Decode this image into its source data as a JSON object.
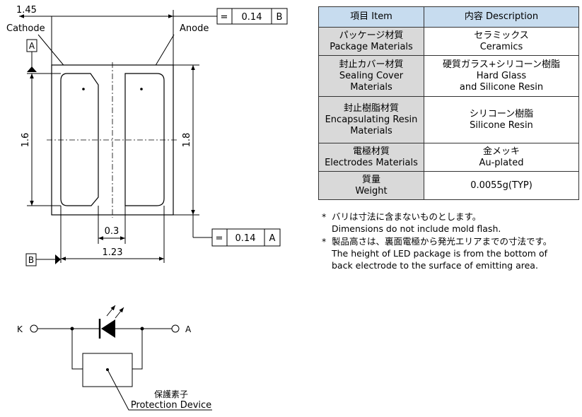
{
  "drawing": {
    "dim_top_width": "1.45",
    "label_cathode": "Cathode",
    "label_anode": "Anode",
    "datum_a": "A",
    "datum_b": "B",
    "tol_top_symbol": "=",
    "tol_top_value": "0.14",
    "tol_top_ref": "B",
    "dim_left_height": "1.6",
    "dim_right_height": "1.8",
    "dim_gap": "0.3",
    "dim_pad_width": "1.23",
    "tol_bottom_symbol": "=",
    "tol_bottom_value": "0.14",
    "tol_bottom_ref": "A"
  },
  "table": {
    "header_item": "項目 Item",
    "header_desc": "内容 Description",
    "rows": [
      {
        "item_jp": "パッケージ材質",
        "item_en": "Package Materials",
        "desc_lines": [
          "セラミックス",
          "Ceramics"
        ]
      },
      {
        "item_jp": "封止カバー材質",
        "item_en": "Sealing Cover Materials",
        "item_en_lines": [
          "Sealing Cover",
          "Materials"
        ],
        "desc_lines": [
          "硬質ガラス+シリコーン樹脂",
          "Hard Glass",
          "and Silicone Resin"
        ]
      },
      {
        "item_jp": "封止樹脂材質",
        "item_en_lines": [
          "Encapsulating Resin",
          "Materials"
        ],
        "desc_lines": [
          "シリコーン樹脂",
          "Silicone Resin"
        ]
      },
      {
        "item_jp": "電極材質",
        "item_en": "Electrodes Materials",
        "desc_lines": [
          "金メッキ",
          "Au-plated"
        ]
      },
      {
        "item_jp": "質量",
        "item_en": "Weight",
        "desc_lines": [
          "0.0055g(TYP)"
        ]
      }
    ]
  },
  "notes": [
    {
      "mark": "*",
      "lines": [
        "バリは寸法に含まないものとします。",
        "Dimensions do not include mold flash."
      ]
    },
    {
      "mark": "*",
      "lines": [
        "製品高さは、裏面電極から発光エリアまでの寸法です。",
        "The height of LED package is from the bottom of",
        "back electrode to the surface of emitting area."
      ]
    }
  ],
  "circuit": {
    "label_k": "K",
    "label_a": "A",
    "protection_jp": "保護素子",
    "protection_en": "Protection Device"
  }
}
